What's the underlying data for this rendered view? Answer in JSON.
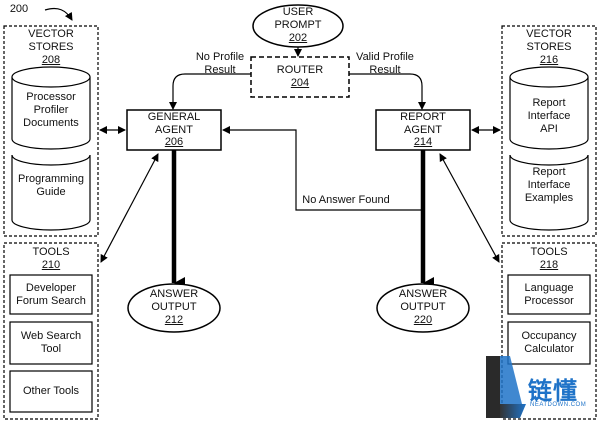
{
  "figure_number": "200",
  "user_prompt": {
    "label": "USER\nPROMPT",
    "ref": "202"
  },
  "router": {
    "label": "ROUTER",
    "ref": "204"
  },
  "general_agent": {
    "label": "GENERAL\nAGENT",
    "ref": "206"
  },
  "report_agent": {
    "label": "REPORT\nAGENT",
    "ref": "214"
  },
  "answer_output_left": {
    "label": "ANSWER\nOUTPUT",
    "ref": "212"
  },
  "answer_output_right": {
    "label": "ANSWER\nOUTPUT",
    "ref": "220"
  },
  "edge_no_profile": "No Profile\nResult",
  "edge_valid_profile": "Valid Profile\nResult",
  "edge_no_answer": "No Answer Found",
  "vector_stores_left": {
    "title": "VECTOR\nSTORES",
    "ref": "208",
    "items": [
      "Processor\nProfiler\nDocuments",
      "Programming\nGuide"
    ]
  },
  "vector_stores_right": {
    "title": "VECTOR\nSTORES",
    "ref": "216",
    "items": [
      "Report\nInterface\nAPI",
      "Report\nInterface\nExamples"
    ]
  },
  "tools_left": {
    "title": "TOOLS",
    "ref": "210",
    "items": [
      "Developer\nForum Search",
      "Web Search\nTool",
      "Other Tools"
    ]
  },
  "tools_right": {
    "title": "TOOLS",
    "ref": "218",
    "items": [
      "Language\nProcessor",
      "Occupancy\nCalculator"
    ]
  },
  "watermark": {
    "cn": "链懂",
    "en": "NEATDOWN.COM"
  }
}
